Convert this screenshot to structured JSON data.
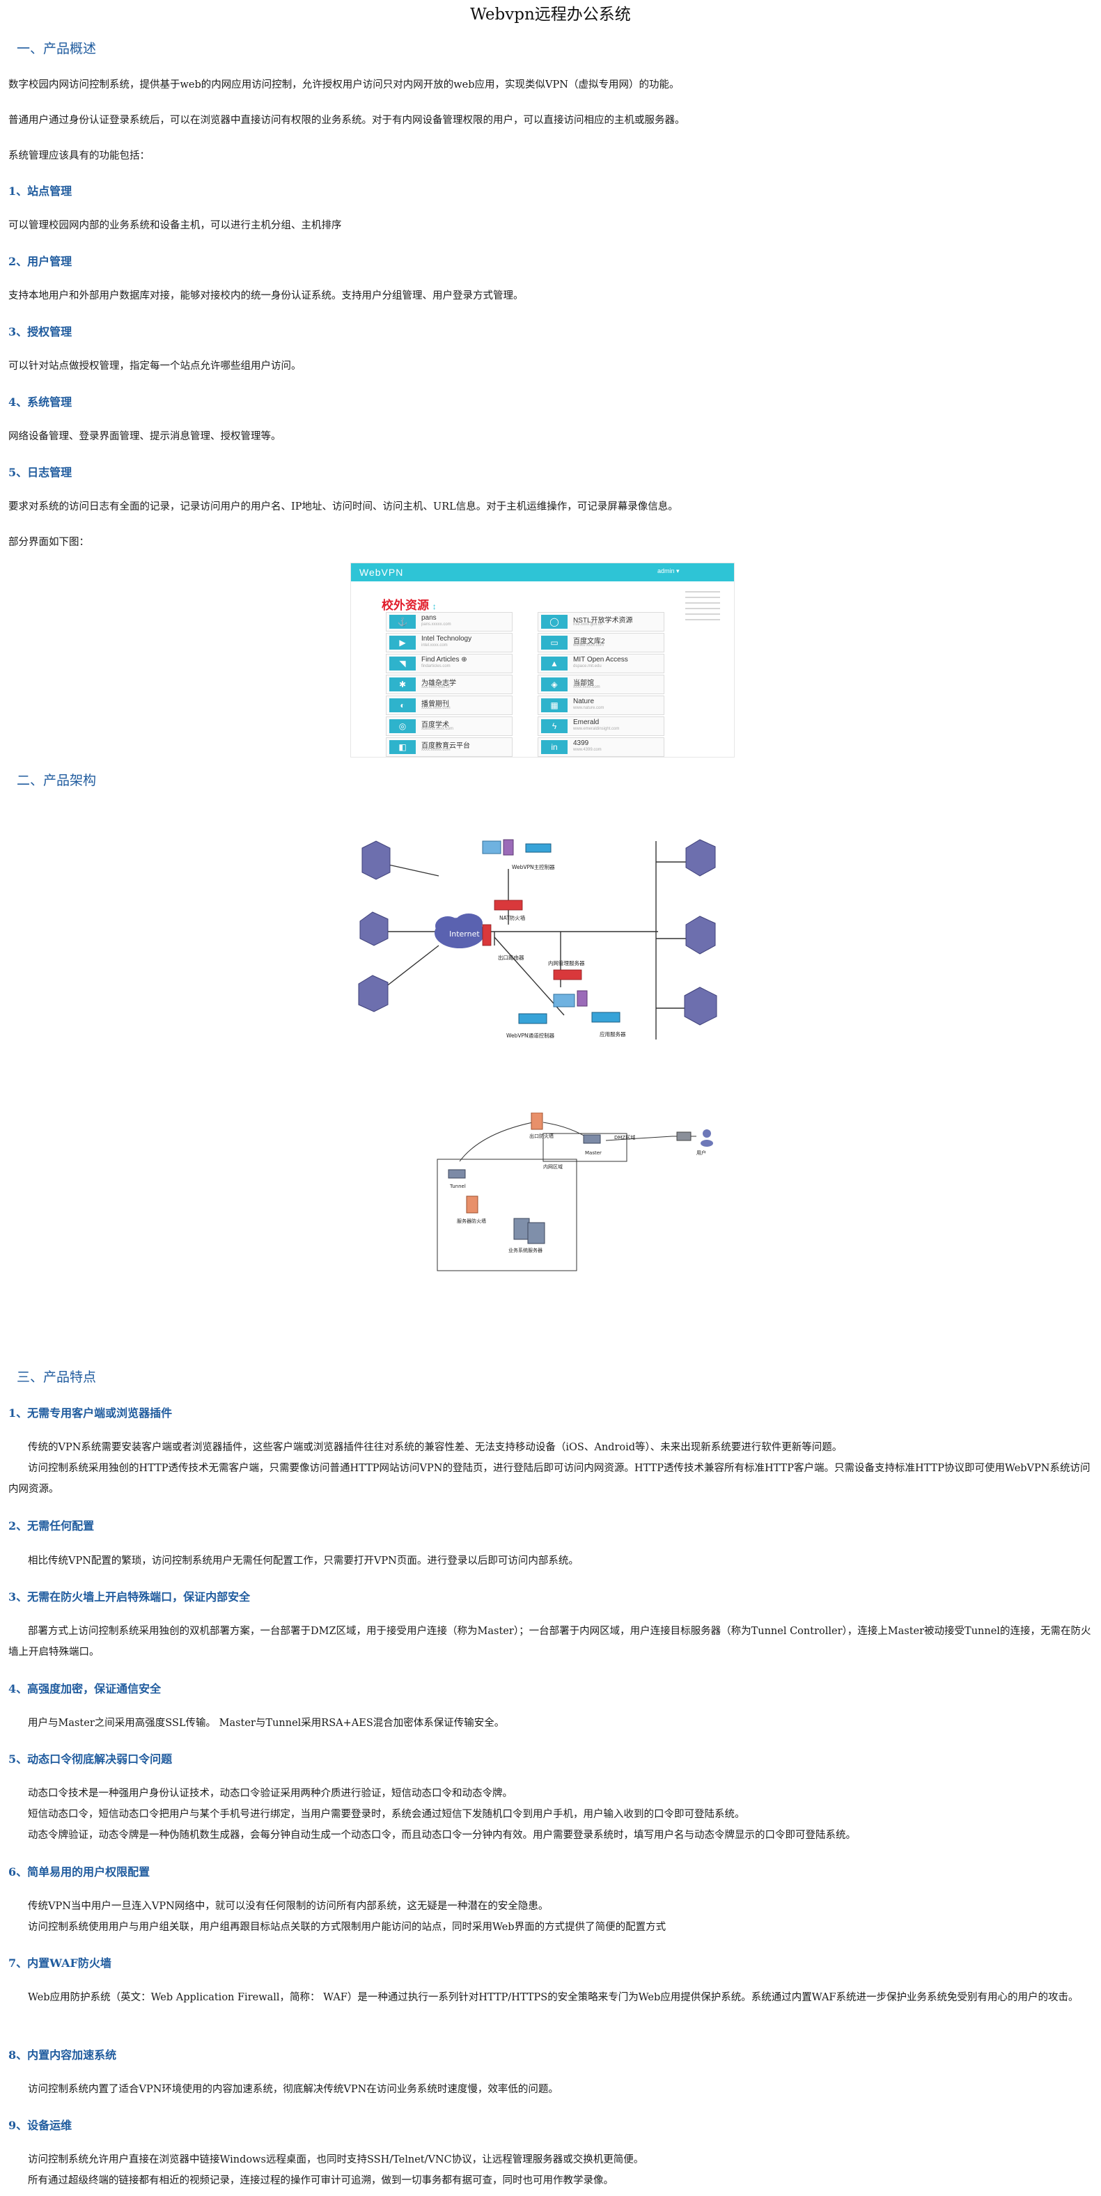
{
  "title": "Webvpn远程办公系统",
  "overview": {
    "heading": "一、产品概述",
    "p1": "数字校园内网访问控制系统，提供基于web的内网应用访问控制，允许授权用户访问只对内网开放的web应用，实现类似VPN（虚拟专用网）的功能。",
    "p2": "普通用户通过身份认证登录系统后，可以在浏览器中直接访问有权限的业务系统。对于有内网设备管理权限的用户，可以直接访问相应的主机或服务器。",
    "p3": "系统管理应该具有的功能包括：",
    "items": [
      {
        "title": "1、站点管理",
        "text": "可以管理校园网内部的业务系统和设备主机，可以进行主机分组、主机排序"
      },
      {
        "title": "2、用户管理",
        "text": "支持本地用户和外部用户数据库对接，能够对接校内的统一身份认证系统。支持用户分组管理、用户登录方式管理。"
      },
      {
        "title": "3、授权管理",
        "text": "可以针对站点做授权管理，指定每一个站点允许哪些组用户访问。"
      },
      {
        "title": "4、系统管理",
        "text": "网络设备管理、登录界面管理、提示消息管理、授权管理等。"
      },
      {
        "title": "5、日志管理",
        "text": "要求对系统的访问日志有全面的记录，记录访问用户的用户名、IP地址、访问时间、访问主机、URL信息。对于主机运维操作，可记录屏幕录像信息。"
      }
    ],
    "p_end": "部分界面如下图："
  },
  "screenshot": {
    "logo": "WebVPN",
    "user": "admin ▾",
    "heading": "校外资源",
    "heading_mark": "↕",
    "tiles": [
      {
        "name": "pans",
        "url": "pans.xxxxx.com",
        "icon": "⚓"
      },
      {
        "name": "NSTL开放学术资源",
        "url": "nstl.xxxx.gov.cn",
        "icon": "◯"
      },
      {
        "name": "Intel Technology",
        "url": "intel.xxxx.com",
        "icon": "▶"
      },
      {
        "name": "百度文库2",
        "url": "wenku.xxxx.com",
        "icon": "▭"
      },
      {
        "name": "Find Articles ⊕",
        "url": "findarticles.com",
        "icon": "◥"
      },
      {
        "name": "MIT Open Access",
        "url": "dspace.mit.edu",
        "icon": "▲"
      },
      {
        "name": "为雄杂志学",
        "url": "xxx.xxxx.edu.cn",
        "icon": "✱"
      },
      {
        "name": "当部馆",
        "url": "xxxx.xxxx.com",
        "icon": "◈"
      },
      {
        "name": "播曾期刊",
        "url": "xxxxx.xxxx.com",
        "icon": "◐"
      },
      {
        "name": "Nature",
        "url": "www.nature.com",
        "icon": "▦"
      },
      {
        "name": "百度学术",
        "url": "xueshu.xxxx.com",
        "icon": "◎"
      },
      {
        "name": "Emerald",
        "url": "www.emeraldinsight.com",
        "icon": "ϟ"
      },
      {
        "name": "百度教育云平台",
        "url": "xxxx.xxxxx.com",
        "icon": "◧"
      },
      {
        "name": "4399",
        "url": "www.4399.com",
        "icon": "in"
      }
    ]
  },
  "architecture": {
    "heading": "二、产品架构",
    "diagram1": {
      "cloud_label": "Internet",
      "labels": [
        "WebVPN主控制器",
        "NAT防火墙",
        "出口路由器",
        "内网管理服务器",
        "WebVPN通道控制器",
        "应用服务器"
      ]
    },
    "diagram2": {
      "labels": [
        "出口防火墙",
        "DMZ区域",
        "Master",
        "用户",
        "内网区域",
        "Tunnel",
        "服务器防火墙",
        "业务系统服务器"
      ]
    }
  },
  "features": {
    "heading": "三、产品特点",
    "items": [
      {
        "title": "1、无需专用客户端或浏览器插件",
        "lines": [
          "传统的VPN系统需要安装客户端或者浏览器插件，这些客户端或浏览器插件往往对系统的兼容性差、无法支持移动设备（iOS、Android等）、未来出现新系统要进行软件更新等问题。",
          "访问控制系统采用独创的HTTP透传技术无需客户端，只需要像访问普通HTTP网站访问VPN的登陆页，进行登陆后即可访问内网资源。HTTP透传技术兼容所有标准HTTP客户端。只需设备支持标准HTTP协议即可使用WebVPN系统访问内网资源。"
        ]
      },
      {
        "title": "2、无需任何配置",
        "lines": [
          "相比传统VPN配置的繁琐，访问控制系统用户无需任何配置工作，只需要打开VPN页面。进行登录以后即可访问内部系统。"
        ]
      },
      {
        "title": "3、无需在防火墙上开启特殊端口，保证内部安全",
        "lines": [
          "部署方式上访问控制系统采用独创的双机部署方案，一台部署于DMZ区域，用于接受用户连接（称为Master）；一台部署于内网区域，用户连接目标服务器（称为Tunnel Controller），连接上Master被动接受Tunnel的连接，无需在防火墙上开启特殊端口。"
        ]
      },
      {
        "title": "4、高强度加密，保证通信安全",
        "lines": [
          "用户与Master之间采用高强度SSL传输。 Master与Tunnel采用RSA+AES混合加密体系保证传输安全。"
        ]
      },
      {
        "title": "5、动态口令彻底解决弱口令问题",
        "lines": [
          "动态口令技术是一种强用户身份认证技术，动态口令验证采用两种介质进行验证，短信动态口令和动态令牌。",
          "短信动态口令，短信动态口令把用户与某个手机号进行绑定，当用户需要登录时，系统会通过短信下发随机口令到用户手机，用户输入收到的口令即可登陆系统。",
          "动态令牌验证，动态令牌是一种伪随机数生成器，会每分钟自动生成一个动态口令，而且动态口令一分钟内有效。用户需要登录系统时，填写用户名与动态令牌显示的口令即可登陆系统。"
        ]
      },
      {
        "title": "6、简单易用的用户权限配置",
        "lines": [
          "传统VPN当中用户一旦连入VPN网络中，就可以没有任何限制的访问所有内部系统，这无疑是一种潜在的安全隐患。",
          "访问控制系统使用用户与用户组关联，用户组再跟目标站点关联的方式限制用户能访问的站点，同时采用Web界面的方式提供了简便的配置方式"
        ]
      },
      {
        "title": "7、内置WAF防火墙",
        "lines": [
          "Web应用防护系统（英文：Web Application Firewall，简称： WAF）是一种通过执行一系列针对HTTP/HTTPS的安全策略来专门为Web应用提供保护系统。系统通过内置WAF系统进一步保护业务系统免受别有用心的用户的攻击。"
        ]
      },
      {
        "title": "8、内置内容加速系统",
        "lines": [
          "访问控制系统内置了适合VPN环境使用的内容加速系统，彻底解决传统VPN在访问业务系统时速度慢，效率低的问题。"
        ]
      },
      {
        "title": "9、设备运维",
        "lines": [
          "访问控制系统允许用户直接在浏览器中链接Windows远程桌面，也同时支持SSH/Telnet/VNC协议，让远程管理服务器或交换机更简便。",
          "所有通过超级终端的链接都有相近的视频记录，连接过程的操作可审计可追溯，做到一切事务都有据可查，同时也可用作教学录像。"
        ]
      }
    ]
  }
}
